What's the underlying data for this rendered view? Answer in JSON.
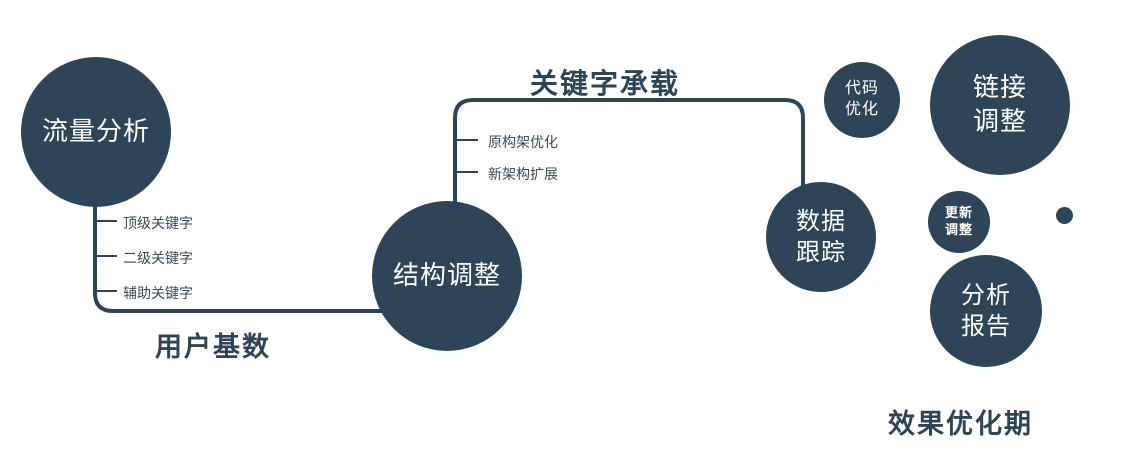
{
  "diagram": {
    "accent_color": "#2e4557",
    "nodes": {
      "traffic_analysis": {
        "label": "流量分析"
      },
      "structure_adjust": {
        "label": "结构调整"
      },
      "data_tracking": {
        "line1": "数据",
        "line2": "跟踪"
      },
      "code_optimization": {
        "line1": "代码",
        "line2": "优化"
      },
      "link_adjust": {
        "line1": "链接",
        "line2": "调整"
      },
      "update_adjust": {
        "line1": "更新",
        "line2": "调整"
      },
      "analysis_report": {
        "line1": "分析",
        "line2": "报告"
      }
    },
    "edge_labels": {
      "user_base": "用户基数",
      "keyword_load": "关键字承载"
    },
    "traffic_ticks": [
      "顶级关键字",
      "二级关键字",
      "辅助关键字"
    ],
    "structure_ticks": [
      "原构架优化",
      "新架构扩展"
    ],
    "stage_label": "效果优化期"
  }
}
